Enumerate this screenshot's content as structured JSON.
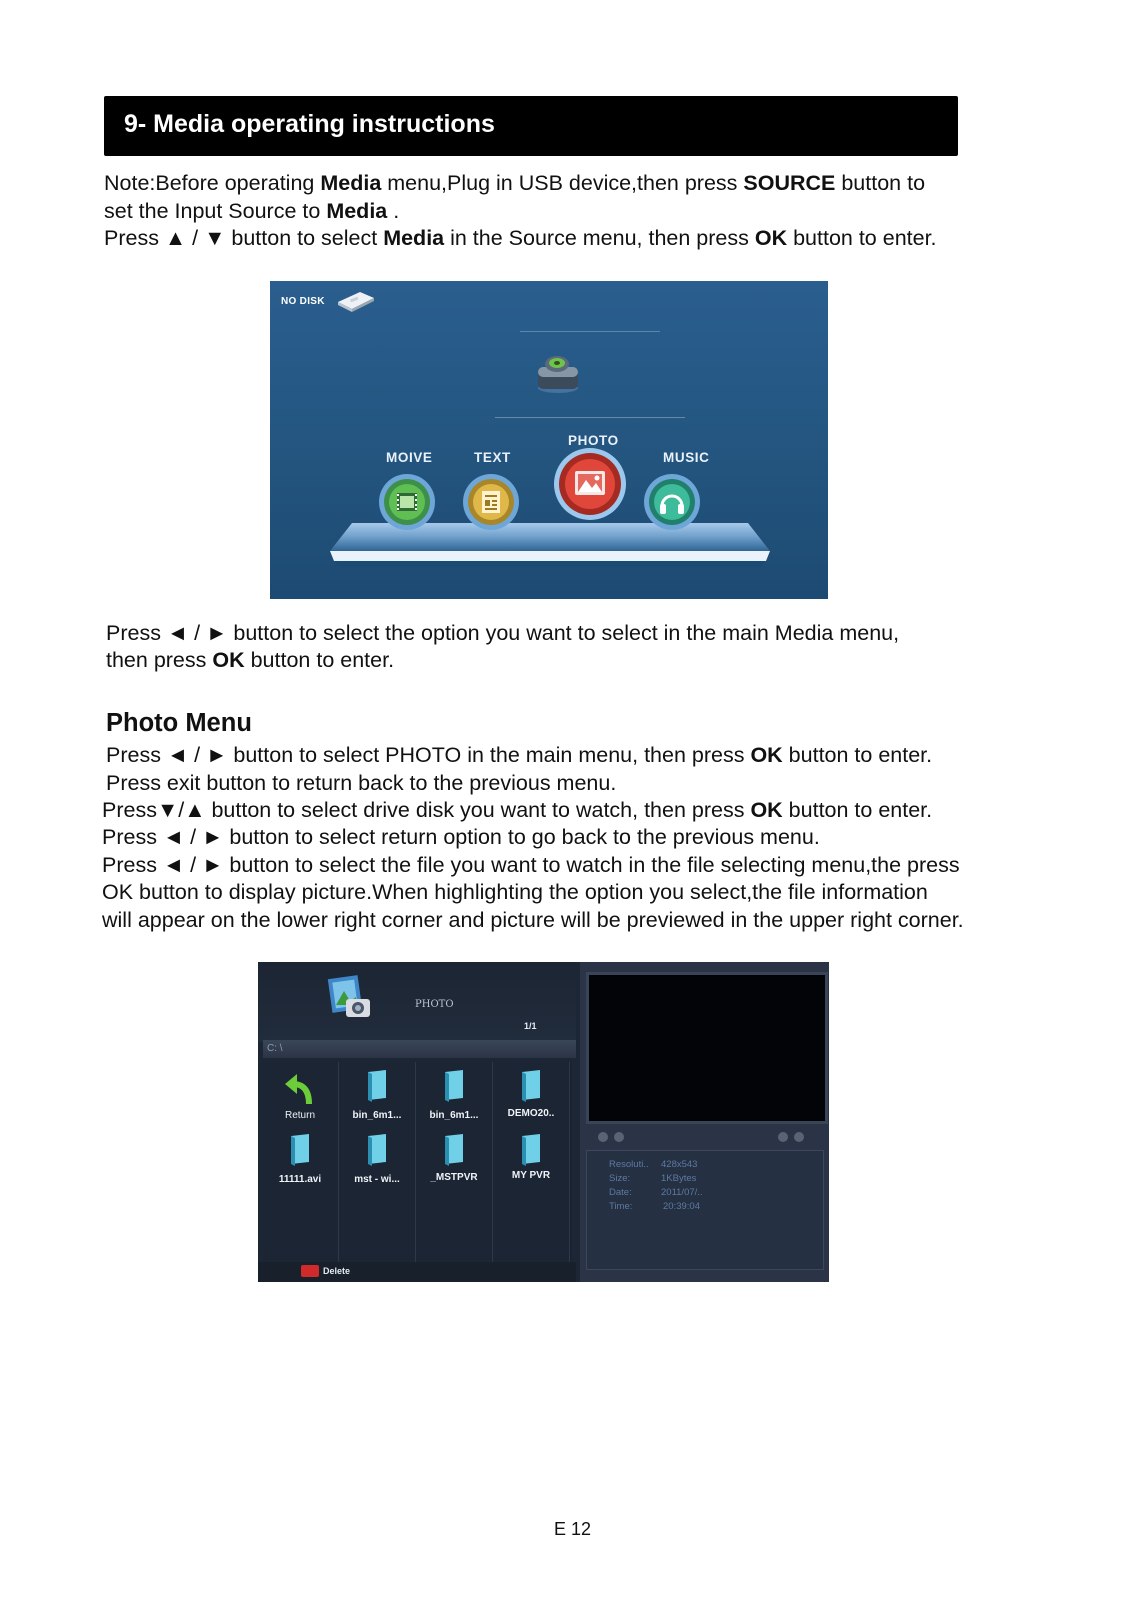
{
  "section": {
    "title": "9- Media operating instructions"
  },
  "intro": {
    "l1a": "Note:Before operating ",
    "l1b": "Media",
    "l1c": " menu,Plug in USB device,then press ",
    "l1d": "SOURCE",
    "l1e": " button to",
    "l2a": "set the Input Source to ",
    "l2b": "Media",
    "l2c": " .",
    "l3a": "Press ▲ / ▼ button to select ",
    "l3b": "Media",
    "l3c": " in the Source menu, then press ",
    "l3d": "OK",
    "l3e": " button to enter."
  },
  "media_menu": {
    "no_disk": "NO DISK",
    "items": [
      "MOIVE",
      "TEXT",
      "PHOTO",
      "MUSIC"
    ]
  },
  "after_menu": {
    "l1": "Press ◄ / ► button to select the option you want to select in the main Media menu,",
    "l2a": "then press ",
    "l2b": "OK",
    "l2c": " button to enter."
  },
  "photo_menu": {
    "heading": "Photo Menu",
    "l1a": "Press ◄ / ► button to select PHOTO in the main menu, then press ",
    "l1b": "OK",
    "l1c": " button to enter.",
    "l2": "Press exit button to return back to the previous menu.",
    "l3a": "Press▼/▲ button to select drive disk you want to watch, then press ",
    "l3b": "OK",
    "l3c": " button to enter.",
    "l4": "Press ◄ / ► button to select return option to go back to the previous menu.",
    "l5": "Press ◄ / ► button to select the file you want to watch in the file selecting menu,the press",
    "l6": "OK button to display picture.When highlighting the option you select,the file information",
    "l7": "will appear on the lower right corner and picture will be previewed in the upper right corner."
  },
  "photo_browser": {
    "title": "PHOTO",
    "page": "1/1",
    "path": "C: \\",
    "files": [
      "Return",
      "bin_6m1...",
      "bin_6m1...",
      "DEMO20..",
      "11111.avi",
      "mst - wi...",
      "_MSTPVR",
      "MY PVR"
    ],
    "delete_label": "Delete",
    "info": {
      "resolution_label": "Resoluti..",
      "resolution": "428x543",
      "size_label": "Size:",
      "size": "1KBytes",
      "date_label": "Date:",
      "date": "2011/07/..",
      "time_label": "Time:",
      "time": "20:39:04"
    }
  },
  "page_number": "E 12"
}
